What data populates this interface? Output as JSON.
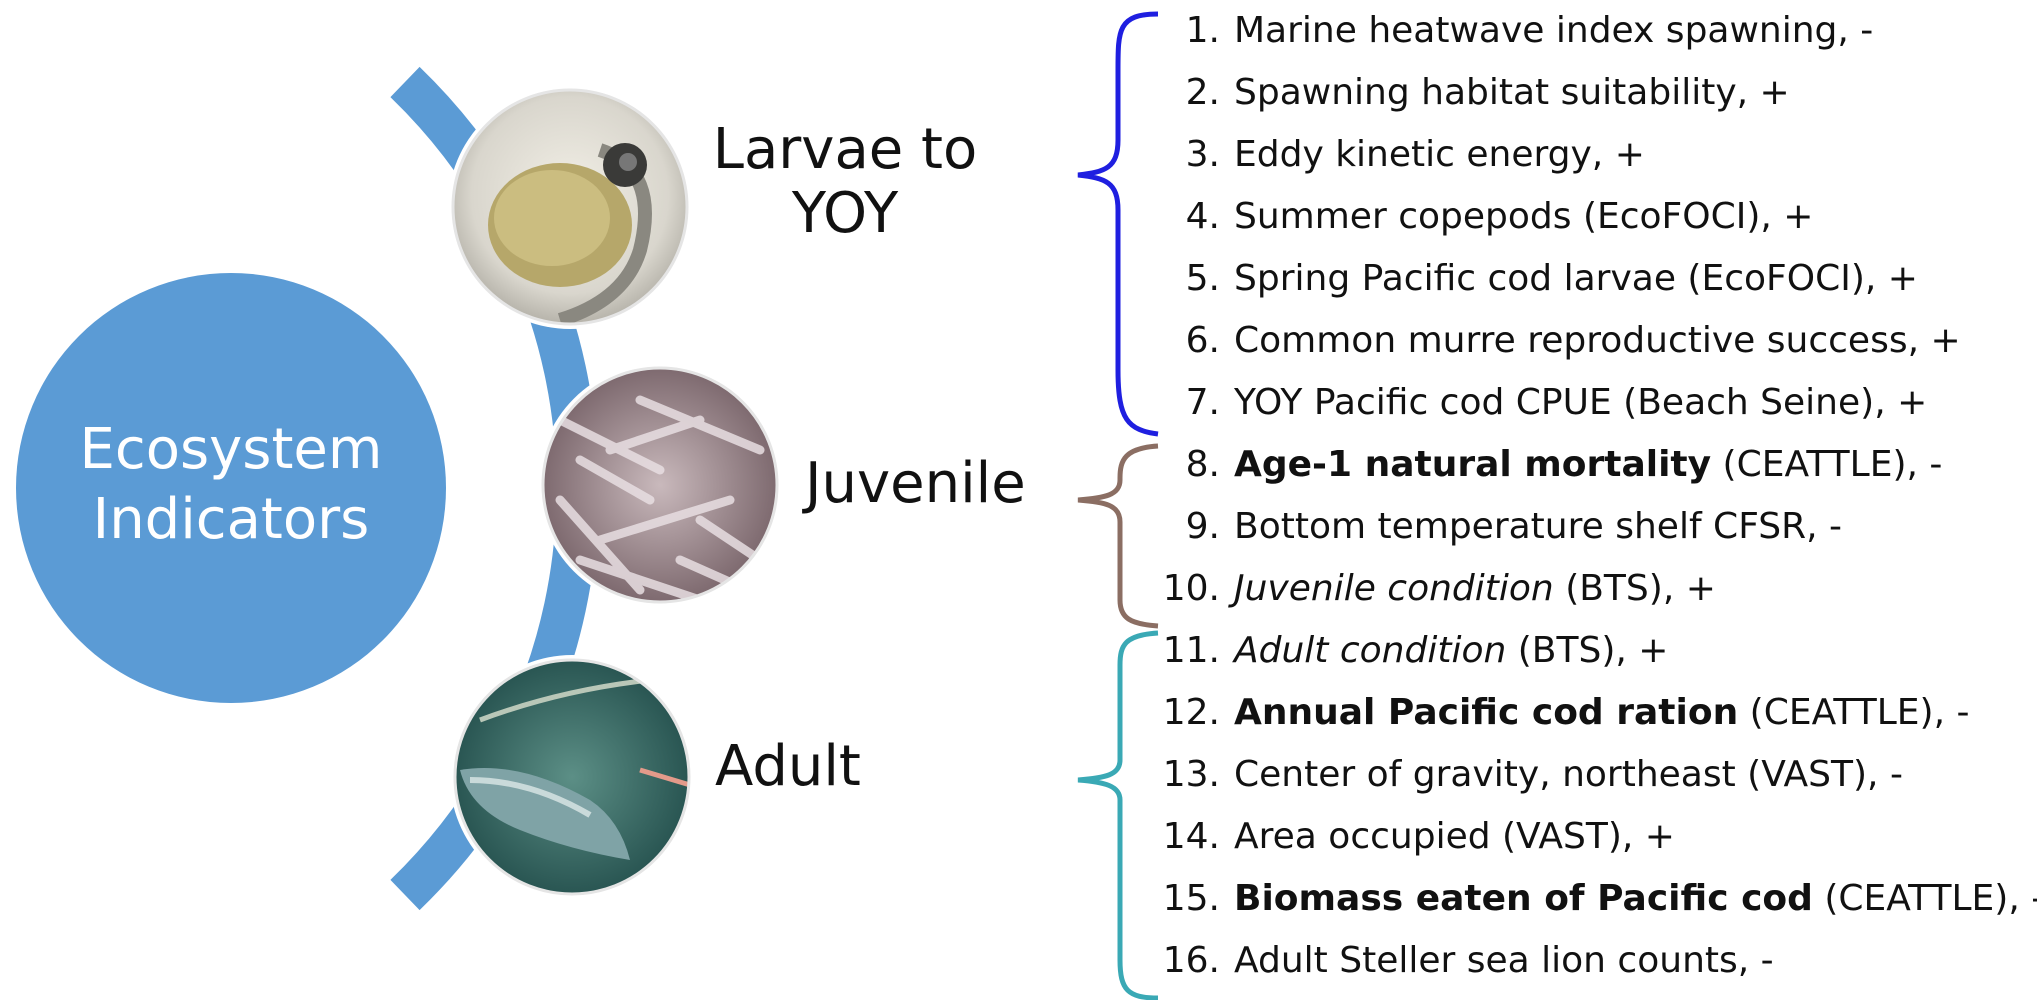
{
  "center": {
    "line1": "Ecosystem",
    "line2": "Indicators"
  },
  "stages": {
    "larvae": {
      "line1": "Larvae to",
      "line2": "YOY"
    },
    "juvenile": {
      "label": "Juvenile"
    },
    "adult": {
      "label": "Adult"
    }
  },
  "colors": {
    "circle": "#5b9bd5",
    "bracket_larvae": "#1f1fe0",
    "bracket_juvenile": "#8b6e63",
    "bracket_adult": "#3aa9b5"
  },
  "indicators": [
    {
      "num": "1.",
      "pre": "Marine heatwave index spawning, -",
      "post": "",
      "style": "normal"
    },
    {
      "num": "2.",
      "pre": "Spawning habitat suitability, +",
      "post": "",
      "style": "normal"
    },
    {
      "num": "3.",
      "pre": "Eddy kinetic energy, +",
      "post": "",
      "style": "normal"
    },
    {
      "num": "4.",
      "pre": "Summer copepods (EcoFOCI), +",
      "post": "",
      "style": "normal"
    },
    {
      "num": "5.",
      "pre": "Spring Pacific cod larvae (EcoFOCI), +",
      "post": "",
      "style": "normal"
    },
    {
      "num": "6.",
      "pre": "Common murre reproductive success, +",
      "post": "",
      "style": "normal"
    },
    {
      "num": "7.",
      "pre": "YOY Pacific cod CPUE (Beach Seine), +",
      "post": "",
      "style": "normal"
    },
    {
      "num": "8.",
      "pre": "Age-1 natural mortality",
      "post": " (CEATTLE), -",
      "style": "bold"
    },
    {
      "num": "9.",
      "pre": "Bottom temperature shelf CFSR, -",
      "post": "",
      "style": "normal"
    },
    {
      "num": "10.",
      "pre": "Juvenile condition",
      "post": " (BTS), +",
      "style": "italic"
    },
    {
      "num": "11.",
      "pre": "Adult condition",
      "post": " (BTS), +",
      "style": "italic"
    },
    {
      "num": "12.",
      "pre": "Annual Pacific cod ration",
      "post": " (CEATTLE), -",
      "style": "bold"
    },
    {
      "num": "13.",
      "pre": "Center of gravity, northeast (VAST), -",
      "post": "",
      "style": "normal"
    },
    {
      "num": "14.",
      "pre": "Area occupied (VAST), +",
      "post": "",
      "style": "normal"
    },
    {
      "num": "15.",
      "pre": "Biomass eaten of Pacific cod",
      "post": " (CEATTLE), -",
      "style": "bold"
    },
    {
      "num": "16.",
      "pre": "Adult Steller sea lion counts, -",
      "post": "",
      "style": "normal"
    }
  ]
}
